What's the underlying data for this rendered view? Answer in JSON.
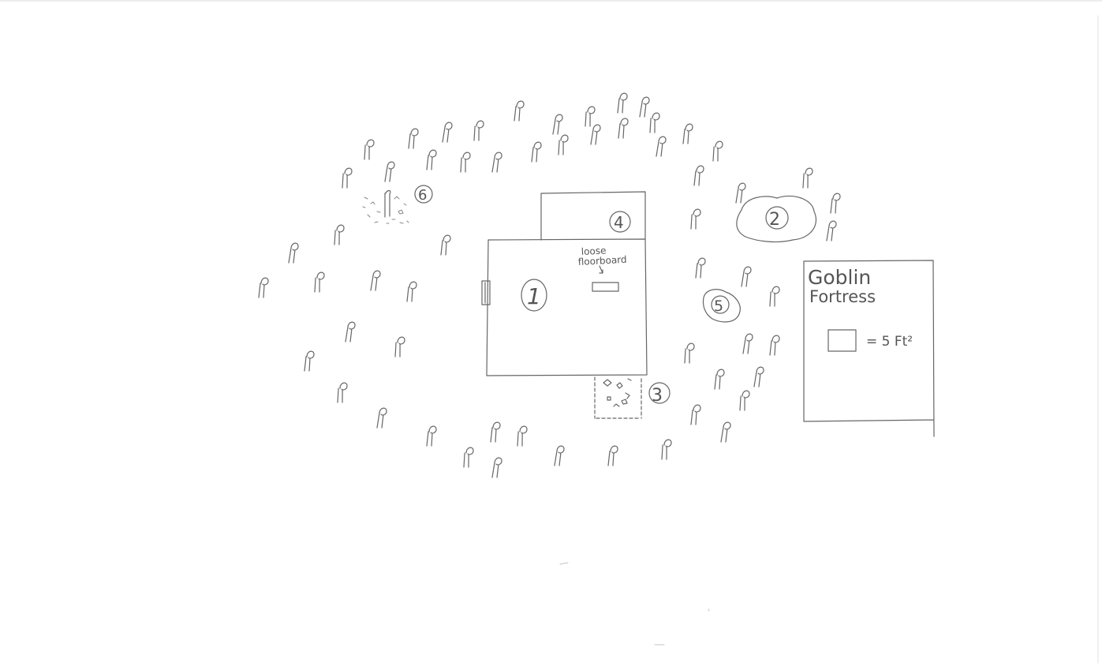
{
  "map": {
    "title_line1": "Goblin",
    "title_line2": "Fortress",
    "scale_label": "= 5 Ft²",
    "note_loose_line1": "loose",
    "note_loose_line2": "floorboard",
    "locations": [
      {
        "number": "1",
        "desc": "main building"
      },
      {
        "number": "2",
        "desc": "pond"
      },
      {
        "number": "3",
        "desc": "rubble"
      },
      {
        "number": "4",
        "desc": "annex"
      },
      {
        "number": "5",
        "desc": "rock"
      },
      {
        "number": "6",
        "desc": "debris"
      }
    ],
    "icons": {
      "tree": "tree-icon",
      "door": "door-icon",
      "trapdoor": "loose-floorboard-icon"
    }
  }
}
